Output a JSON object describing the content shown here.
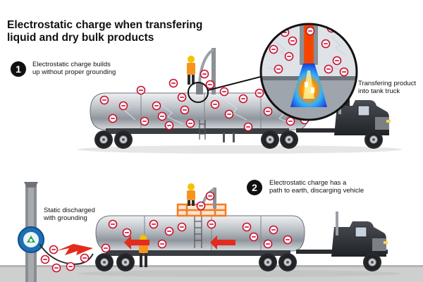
{
  "title": {
    "line1": "Electrostatic charge when transfering",
    "line2": "liquid and dry bulk products"
  },
  "step1": {
    "number": "1",
    "caption_line1": "Electrostatic charge builds",
    "caption_line2": "up without proper grounding"
  },
  "step2": {
    "number": "2",
    "caption_line1": "Electrostatic charge has a",
    "caption_line2": "path to earth, discarging vehicle"
  },
  "callout_transfer": {
    "line1": "Transfering product",
    "line2": "into tank truck"
  },
  "callout_grounding": {
    "line1": "Static discharged",
    "line2": "with grounding"
  },
  "charge_symbol": "−",
  "colors": {
    "charge_ring": "#c8102e",
    "arrow_red": "#e32b1e",
    "tank_steel": "#b9bfc5",
    "cab_dark": "#2e3136",
    "platform_orange": "#f47b20",
    "worker_vest": "#f7941d",
    "ground_bar": "#c8c8c8",
    "grounding_reel": "#1c6fb5"
  },
  "icons": [
    "negative-charge-icon",
    "grounding-reel-icon",
    "lightning-spark-icon",
    "worker-icon",
    "discharge-arrow-icon"
  ]
}
